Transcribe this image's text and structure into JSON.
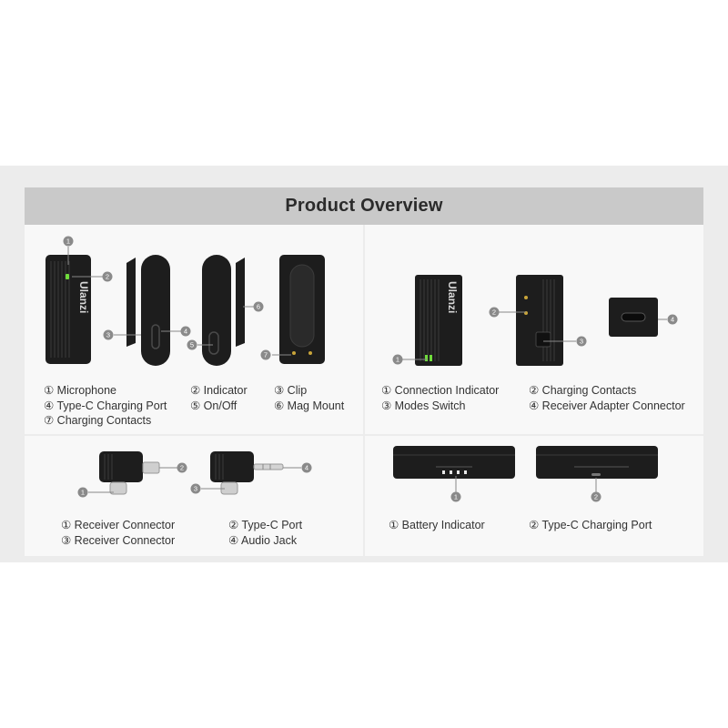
{
  "title": "Product Overview",
  "brand_mark": "Ulanzi",
  "colors": {
    "band": "#ececec",
    "header": "#c9c9c9",
    "panel": "#f8f8f8",
    "device": "#1d1d1d",
    "indicator": "#6fdc3b"
  },
  "transmitter": {
    "legend_col1": [
      "① Microphone",
      "④ Type-C Charging Port",
      "⑦ Charging Contacts"
    ],
    "legend_col2": [
      "② Indicator",
      "⑤ On/Off"
    ],
    "legend_col3": [
      "③ Clip",
      "⑥ Mag Mount"
    ],
    "callouts": [
      "1",
      "2",
      "3",
      "4",
      "5",
      "6",
      "7"
    ]
  },
  "receiver": {
    "legend_col1": [
      "① Connection Indicator",
      "③ Modes Switch"
    ],
    "legend_col2": [
      "② Charging Contacts",
      "④ Receiver Adapter Connector"
    ],
    "callouts": [
      "1",
      "2",
      "3",
      "4"
    ]
  },
  "adapters": {
    "legend_col1": [
      "① Receiver Connector",
      "③ Receiver Connector"
    ],
    "legend_col2": [
      "② Type-C Port",
      "④ Audio Jack"
    ],
    "callouts": [
      "1",
      "2",
      "3",
      "4"
    ]
  },
  "charging_case": {
    "legend_col1": [
      "① Battery Indicator"
    ],
    "legend_col2": [
      "② Type-C Charging Port"
    ],
    "callouts": [
      "1",
      "2"
    ]
  }
}
